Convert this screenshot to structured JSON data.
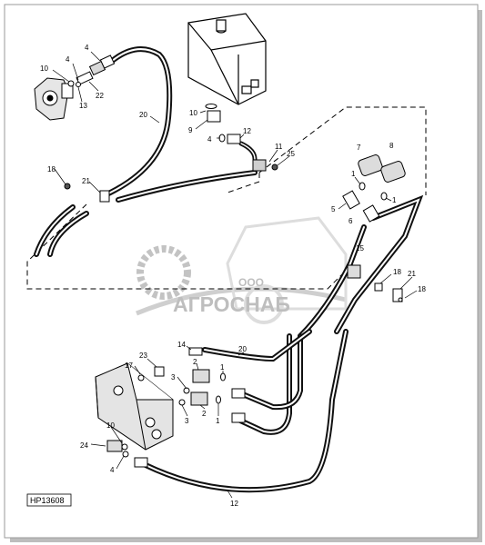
{
  "figure_id": "HP13608",
  "watermark": {
    "line1": "ООО",
    "line2": "АГРОСНАБ"
  },
  "callouts": [
    {
      "id": "c-4a",
      "text": "4"
    },
    {
      "id": "c-10a",
      "text": "10"
    },
    {
      "id": "c-4b",
      "text": "4"
    },
    {
      "id": "c-13",
      "text": "13"
    },
    {
      "id": "c-22",
      "text": "22"
    },
    {
      "id": "c-20a",
      "text": "20"
    },
    {
      "id": "c-18a",
      "text": "18"
    },
    {
      "id": "c-21a",
      "text": "21"
    },
    {
      "id": "c-10b",
      "text": "10"
    },
    {
      "id": "c-9",
      "text": "9"
    },
    {
      "id": "c-4c",
      "text": "4"
    },
    {
      "id": "c-12a",
      "text": "12"
    },
    {
      "id": "c-11",
      "text": "11"
    },
    {
      "id": "c-25",
      "text": "25"
    },
    {
      "id": "c-7",
      "text": "7"
    },
    {
      "id": "c-8",
      "text": "8"
    },
    {
      "id": "c-1a",
      "text": "1"
    },
    {
      "id": "c-1b",
      "text": "1"
    },
    {
      "id": "c-5",
      "text": "5"
    },
    {
      "id": "c-6",
      "text": "6"
    },
    {
      "id": "c-15",
      "text": "15"
    },
    {
      "id": "c-18b",
      "text": "18"
    },
    {
      "id": "c-21b",
      "text": "21"
    },
    {
      "id": "c-18c",
      "text": "18"
    },
    {
      "id": "c-14",
      "text": "14"
    },
    {
      "id": "c-20b",
      "text": "20"
    },
    {
      "id": "c-23",
      "text": "23"
    },
    {
      "id": "c-17",
      "text": "17"
    },
    {
      "id": "c-2a",
      "text": "2"
    },
    {
      "id": "c-1c",
      "text": "1"
    },
    {
      "id": "c-3a",
      "text": "3"
    },
    {
      "id": "c-3b",
      "text": "3"
    },
    {
      "id": "c-2b",
      "text": "2"
    },
    {
      "id": "c-1d",
      "text": "1"
    },
    {
      "id": "c-10c",
      "text": "10"
    },
    {
      "id": "c-24",
      "text": "24"
    },
    {
      "id": "c-4d",
      "text": "4"
    },
    {
      "id": "c-12b",
      "text": "12"
    }
  ]
}
